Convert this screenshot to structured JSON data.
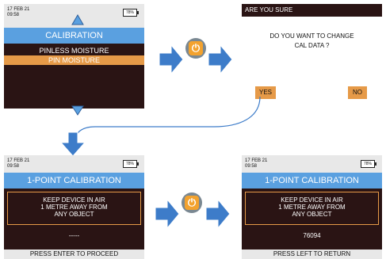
{
  "screens": {
    "calibration_menu": {
      "date": "17 FEB 21",
      "time": "09:58",
      "battery": "78%",
      "title": "CALIBRATION",
      "items": [
        {
          "label": "PINLESS MOISTURE",
          "selected": false
        },
        {
          "label": "PIN MOISTURE",
          "selected": true
        }
      ]
    },
    "confirm_dialog": {
      "title": "ARE YOU SURE",
      "message_line1": "DO YOU WANT TO CHANGE",
      "message_line2": "CAL DATA ?",
      "yes_label": "YES",
      "no_label": "NO"
    },
    "calibration_prompt": {
      "date": "17 FEB 21",
      "time": "09:58",
      "battery": "78%",
      "title": "1-POINT CALIBRATION",
      "instruction_line1": "KEEP DEVICE IN AIR",
      "instruction_line2": "1 METRE AWAY FROM",
      "instruction_line3": "ANY OBJECT",
      "reading": "-----",
      "footer": "PRESS ENTER TO PROCEED"
    },
    "calibration_result": {
      "date": "17 FEB 21",
      "time": "09:58",
      "battery": "78%",
      "title": "1-POINT CALIBRATION",
      "instruction_line1": "KEEP DEVICE IN AIR",
      "instruction_line2": "1 METRE AWAY FROM",
      "instruction_line3": "ANY OBJECT",
      "reading": "76094",
      "footer": "PRESS LEFT TO RETURN"
    }
  },
  "colors": {
    "screen_bg": "#2a1414",
    "title_bar": "#5aa0e0",
    "highlight": "#e69a48",
    "status_bar": "#e8e8e8",
    "arrow": "#3d7cc9",
    "power_button": "#f3a22e"
  },
  "icons": {
    "nav_arrow": "right-arrow-icon",
    "flow_arrow": "down-arrow-icon",
    "scroll_up": "triangle-up-icon",
    "scroll_down": "triangle-down-icon",
    "enter_button": "power-button-icon"
  }
}
